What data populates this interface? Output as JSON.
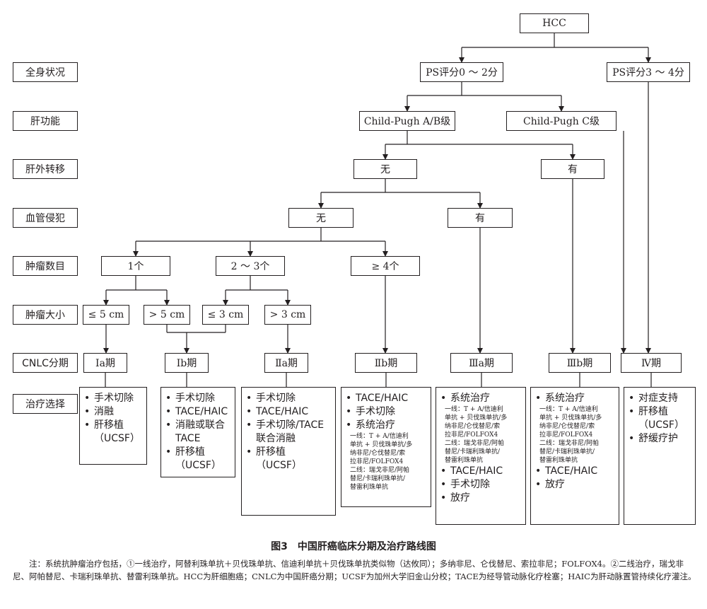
{
  "rows": [
    "全身状况",
    "肝功能",
    "肝外转移",
    "血管侵犯",
    "肿瘤数目",
    "肿瘤大小",
    "CNLC分期",
    "治疗选择"
  ],
  "nodes": {
    "hcc": "HCC",
    "ps_good": "PS评分0 ～ 2分",
    "ps_poor": "PS评分3 ～ 4分",
    "child_ab": "Child-Pugh A/B级",
    "child_c": "Child-Pugh C级",
    "ext_no": "无",
    "ext_yes": "有",
    "vasc_no": "无",
    "vasc_yes": "有",
    "num_1": "1个",
    "num_23": "2 ～ 3个",
    "num_4": "≥ 4个",
    "size_le5": "≤ 5 cm",
    "size_gt5": "> 5 cm",
    "size_le3": "≤ 3 cm",
    "size_gt3": "> 3 cm"
  },
  "stages": [
    "Ⅰa期",
    "Ⅰb期",
    "Ⅱa期",
    "Ⅱb期",
    "Ⅲa期",
    "Ⅲb期",
    "Ⅳ期"
  ],
  "treatments": [
    {
      "items": [
        {
          "text": "手术切除"
        },
        {
          "text": "消融"
        },
        {
          "text": "肝移植",
          "cont": "（UCSF）"
        }
      ]
    },
    {
      "items": [
        {
          "text": "手术切除"
        },
        {
          "text": "TACE/HAIC"
        },
        {
          "text": "消融或联合",
          "cont": "TACE"
        },
        {
          "text": "肝移植",
          "cont": "（UCSF）"
        }
      ]
    },
    {
      "items": [
        {
          "text": "手术切除"
        },
        {
          "text": "TACE/HAIC"
        },
        {
          "text": "手术切除/TACE",
          "cont": "联合消融"
        },
        {
          "text": "肝移植",
          "cont": "（UCSF）"
        }
      ]
    },
    {
      "items": [
        {
          "text": "TACE/HAIC"
        },
        {
          "text": "手术切除"
        },
        {
          "text": "系统治疗",
          "small": [
            "一线：T + A/信迪利",
            "单抗 + 贝伐珠单抗/多",
            "纳非尼/仑伐替尼/索",
            "拉非尼/FOLFOX4",
            "二线：瑞戈非尼/阿帕",
            "替尼/卡瑞利珠单抗/",
            "替雷利珠单抗"
          ]
        }
      ]
    },
    {
      "items": [
        {
          "text": "系统治疗",
          "small": [
            "一线：T + A/信迪利",
            "单抗 + 贝伐珠单抗/多",
            "纳非尼/仑伐替尼/索",
            "拉非尼/FOLFOX4",
            "二线：瑞戈非尼/阿帕",
            "替尼/卡瑞利珠单抗/",
            "替雷利珠单抗"
          ]
        },
        {
          "text": "TACE/HAIC"
        },
        {
          "text": "手术切除"
        },
        {
          "text": "放疗"
        }
      ]
    },
    {
      "items": [
        {
          "text": "系统治疗",
          "small": [
            "一线：T + A/信迪利",
            "单抗 + 贝伐珠单抗/多",
            "纳非尼/仑伐替尼/索",
            "拉非尼/FOLFOX4",
            "二线：瑞戈非尼/阿帕",
            "替尼/卡瑞利珠单抗/",
            "替雷利珠单抗"
          ]
        },
        {
          "text": "TACE/HAIC"
        },
        {
          "text": "放疗"
        }
      ]
    },
    {
      "items": [
        {
          "text": "对症支持"
        },
        {
          "text": "肝移植",
          "cont": "（UCSF）"
        },
        {
          "text": "舒缓疗护"
        }
      ]
    }
  ],
  "bullet": "•",
  "caption": "图3　中国肝癌临床分期及治疗路线图",
  "note": "注：系统抗肿瘤治疗包括，①一线治疗，阿替利珠单抗＋贝伐珠单抗、信迪利单抗＋贝伐珠单抗类似物（达攸同）；多纳非尼、仑伐替尼、索拉非尼；FOLFOX4。②二线治疗，瑞戈非尼、阿帕替尼、卡瑞利珠单抗、替雷利珠单抗。HCC为肝细胞癌；CNLC为中国肝癌分期；UCSF为加州大学旧金山分校；TACE为经导管动脉化疗栓塞；HAIC为肝动脉置管持续化疗灌注。",
  "colors": {
    "line": "#231f20",
    "background": "#ffffff"
  }
}
